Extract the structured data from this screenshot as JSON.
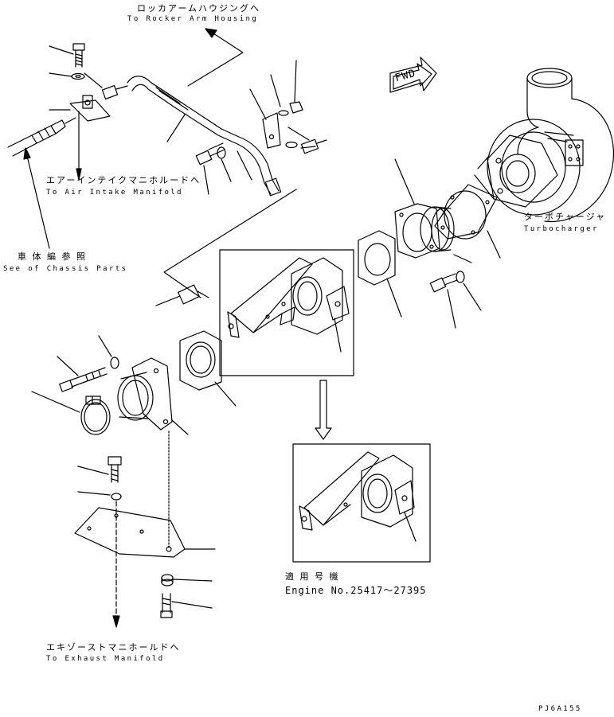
{
  "labels": {
    "rocker_jp": "ロッカアームハウジングへ",
    "rocker_en": "To Rocker Arm Housing",
    "intake_jp": "エアーインテイクマニホルードへ",
    "intake_en": "To Air Intake Manifold",
    "chassis_jp": "車 体 編 参 照",
    "chassis_en": "See of Chassis Parts",
    "turbo_jp": "ターボチャージャ",
    "turbo_en": "Turbocharger",
    "fwd": "FWD",
    "applicable_jp": "適 用 号 機",
    "engine_no": "Engine No.25417〜27395",
    "exhaust_jp": "エキゾーストマニホールドへ",
    "exhaust_en": "To Exhaust Manifold",
    "drawing_code": "PJ6A155"
  }
}
